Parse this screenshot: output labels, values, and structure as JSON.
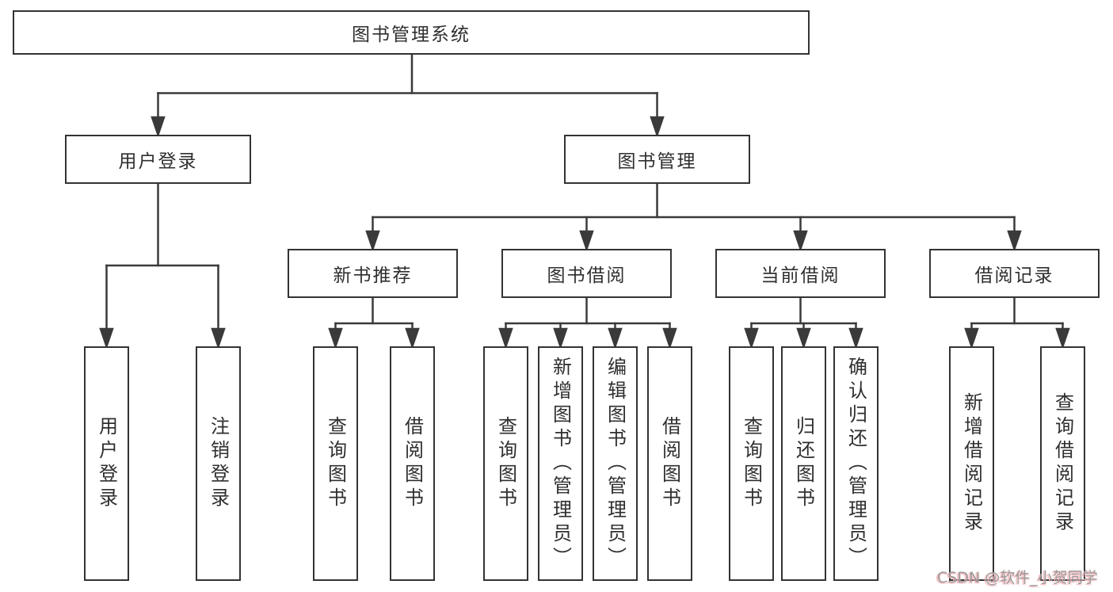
{
  "nodes": {
    "root": "图书管理系统",
    "user_login": "用户登录",
    "book_management": "图书管理",
    "new_book_recommend": "新书推荐",
    "book_borrow": "图书借阅",
    "current_borrow": "当前借阅",
    "borrow_record": "借阅记录",
    "leaf_user_login": "用户登录",
    "leaf_logout": "注销登录",
    "leaf_rec_query_book": "查询图书",
    "leaf_rec_borrow_book": "借阅图书",
    "leaf_bb_query_book": "查询图书",
    "leaf_bb_add_book": "新增图书（管理员）",
    "leaf_bb_edit_book": "编辑图书（管理员）",
    "leaf_bb_borrow_book": "借阅图书",
    "leaf_cb_query_book": "查询图书",
    "leaf_cb_return_book": "归还图书",
    "leaf_cb_confirm_return": "确认归还（管理员）",
    "leaf_br_add_record": "新增借阅记录",
    "leaf_br_query_record": "查询借阅记录"
  },
  "watermark": "CSDN @软件_小贺同学",
  "colors": {
    "line": "#3a3a3a",
    "box_border": "#333333",
    "box_fill": "#ffffff",
    "text": "#2f2f2f",
    "watermark_text": "#9a9a9a",
    "watermark_accent": "#f4b2b6"
  }
}
